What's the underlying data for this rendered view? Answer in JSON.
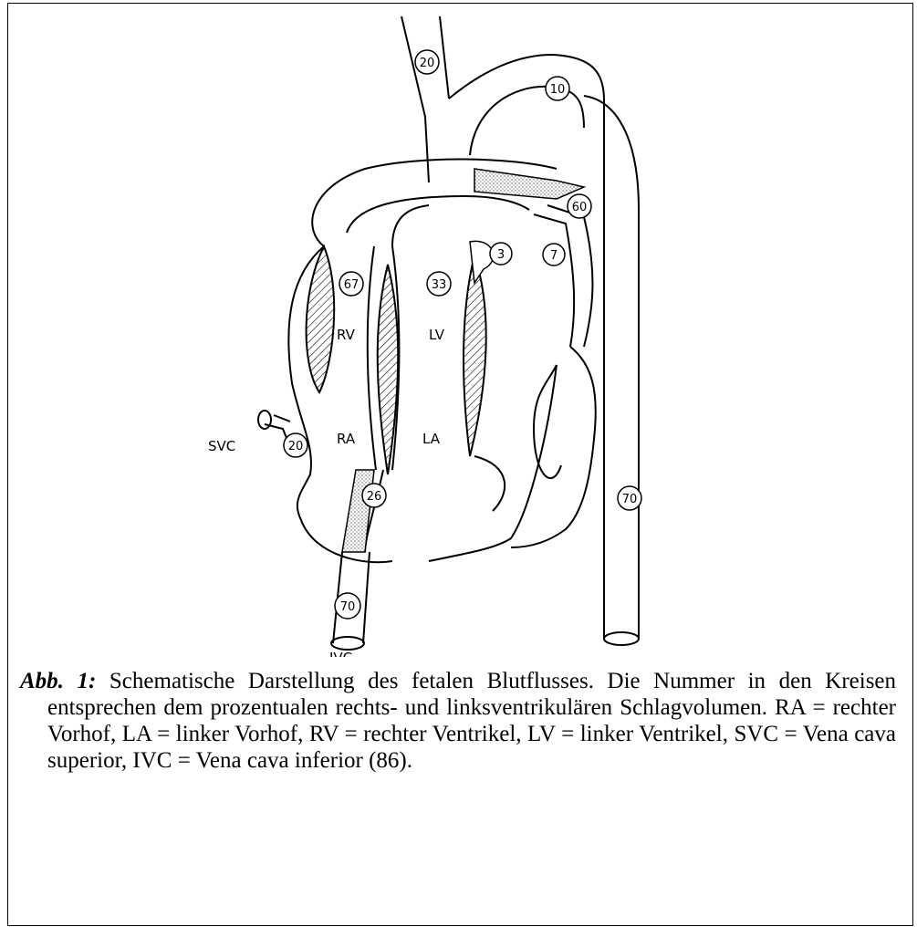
{
  "labels": {
    "rv": "RV",
    "lv": "LV",
    "ra": "RA",
    "la": "LA",
    "svc": "SVC",
    "ivc": "IVC"
  },
  "flow_values": {
    "svc_top": "20",
    "arch": "10",
    "ductus": "60",
    "rv": "67",
    "lv": "33",
    "coronary": "3",
    "lungs": "7",
    "svc": "20",
    "foramen": "26",
    "ivc": "70",
    "aorta_desc": "70"
  },
  "caption": {
    "label": "Abb. 1:",
    "text": "Schematische Darstellung des fetalen Blutflusses. Die Nummer in den Kreisen entsprechen dem prozentualen rechts- und linksventrikulären Schlagvolumen. RA = rechter Vorhof, LA = linker Vorhof, RV = rechter Ventrikel, LV = linker Ventrikel, SVC = Vena cava superior, IVC = Vena cava inferior (86)."
  }
}
